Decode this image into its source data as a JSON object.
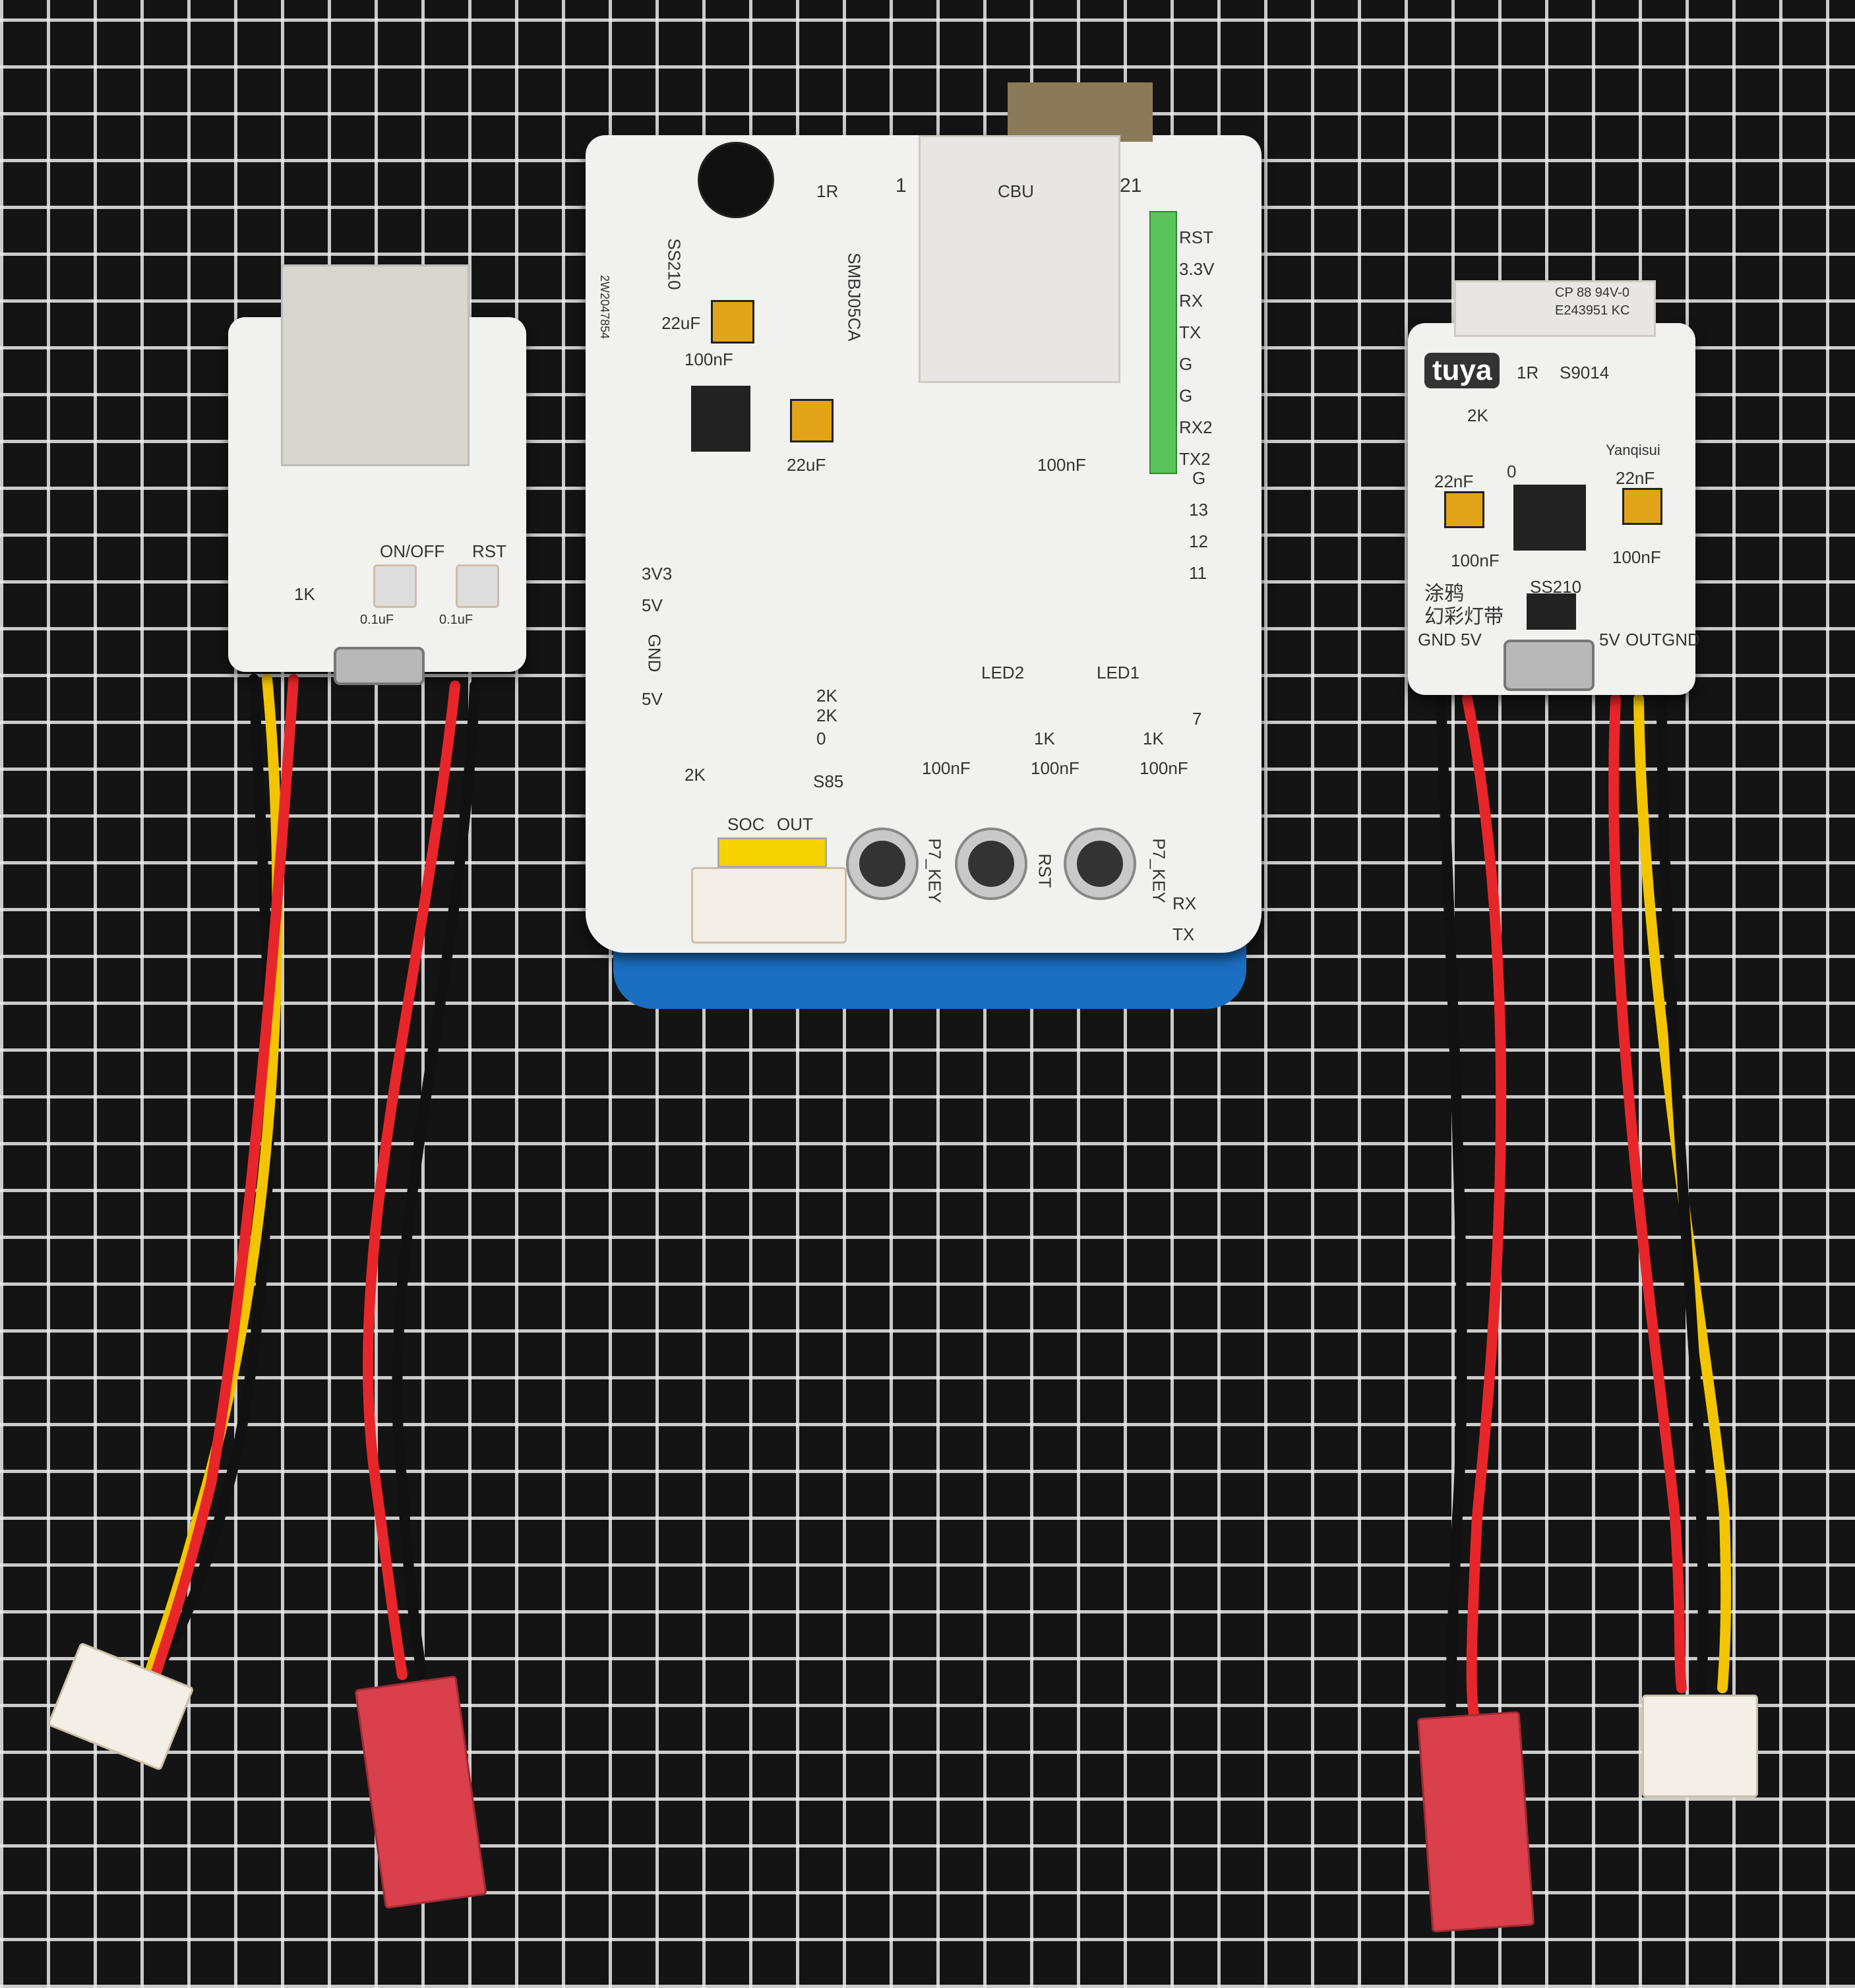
{
  "left_board": {
    "labels": [
      "ON/OFF",
      "RST",
      "1K",
      "0.1uF",
      "0.1uF"
    ]
  },
  "center_board": {
    "labels_top": [
      "1R",
      "1",
      "21",
      "CBU",
      "SS210",
      "SMBJ05CA",
      "22uF",
      "100nF",
      "22uF",
      "100nF",
      "2W2047854"
    ],
    "header_pins": [
      "RST",
      "3.3V",
      "RX",
      "TX",
      "G",
      "G",
      "RX2",
      "TX2"
    ],
    "left_pins": [
      "3V3",
      "5V",
      "GND",
      "5V"
    ],
    "right_pins": [
      "G",
      "13",
      "12",
      "11",
      "7",
      "RX",
      "TX"
    ],
    "labels_bottom": [
      "2K",
      "2K",
      "0",
      "2K",
      "S85",
      "LED2",
      "LED1",
      "1K",
      "1K",
      "100nF",
      "100nF",
      "100nF",
      "SOC",
      "OUT"
    ],
    "buttons": [
      "P7_KEY",
      "RST",
      "P7_KEY"
    ]
  },
  "right_board": {
    "brand": "tuya",
    "module_text": [
      "CP 88 94V-0",
      "E243951 KC"
    ],
    "labels": [
      "1R",
      "S9014",
      "2K",
      "0",
      "22nF",
      "22nF",
      "100nF",
      "100nF",
      "SS210",
      "Yanqisui"
    ],
    "chinese_1": "涂鸦",
    "chinese_2": "幻彩灯带",
    "left_pins": [
      "GND",
      "5V"
    ],
    "right_pins": [
      "5V",
      "OUT",
      "GND"
    ]
  },
  "colors": {
    "wire_red": "#e8262a",
    "wire_black": "#111111",
    "wire_yellow": "#f2c500",
    "header_green": "#5bc35b"
  }
}
